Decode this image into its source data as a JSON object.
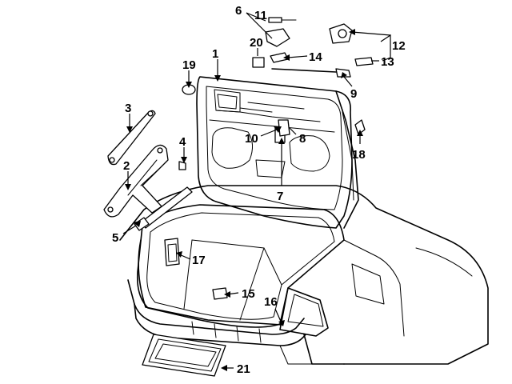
{
  "diagram": {
    "callouts": [
      {
        "id": "c1",
        "label": "1"
      },
      {
        "id": "c2",
        "label": "2"
      },
      {
        "id": "c3",
        "label": "3"
      },
      {
        "id": "c4",
        "label": "4"
      },
      {
        "id": "c5",
        "label": "5"
      },
      {
        "id": "c6",
        "label": "6"
      },
      {
        "id": "c7",
        "label": "7"
      },
      {
        "id": "c8",
        "label": "8"
      },
      {
        "id": "c9",
        "label": "9"
      },
      {
        "id": "c10",
        "label": "10"
      },
      {
        "id": "c11",
        "label": "11"
      },
      {
        "id": "c12",
        "label": "12"
      },
      {
        "id": "c13",
        "label": "13"
      },
      {
        "id": "c14",
        "label": "14"
      },
      {
        "id": "c15",
        "label": "15"
      },
      {
        "id": "c16",
        "label": "16"
      },
      {
        "id": "c17",
        "label": "17"
      },
      {
        "id": "c18",
        "label": "18"
      },
      {
        "id": "c19",
        "label": "19"
      },
      {
        "id": "c20",
        "label": "20"
      },
      {
        "id": "c21",
        "label": "21"
      }
    ]
  }
}
